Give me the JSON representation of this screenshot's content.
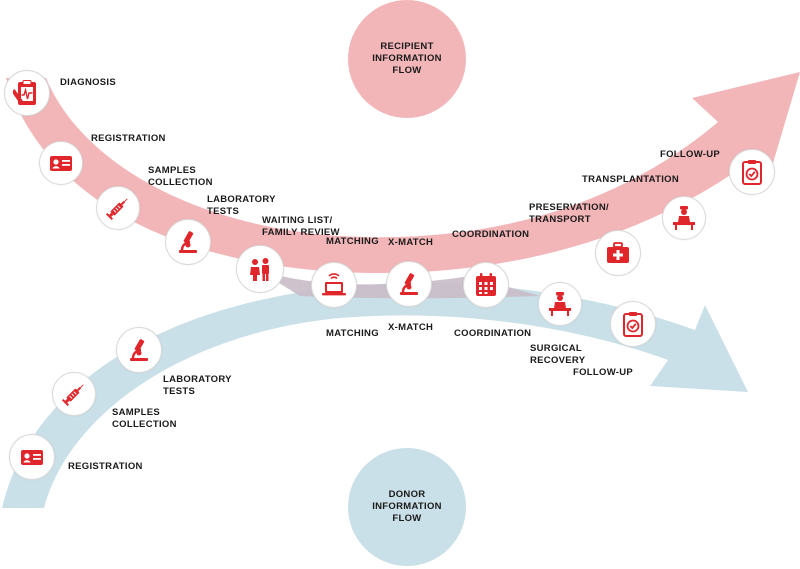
{
  "colors": {
    "recipient_flow": "#f3b6b8",
    "donor_flow": "#c9e0e8",
    "overlap": "#c9bcc8",
    "icon_red": "#e0262b",
    "label_text": "#1a1a1a"
  },
  "hubs": {
    "recipient": "RECIPIENT\nINFORMATION\nFLOW",
    "donor": "DONOR\nINFORMATION\nFLOW"
  },
  "recipient_steps": [
    {
      "label": "DIAGNOSIS",
      "icon": "clipboard-ecg-icon"
    },
    {
      "label": "REGISTRATION",
      "icon": "id-card-icon"
    },
    {
      "label": "SAMPLES\nCOLLECTION",
      "icon": "syringe-icon"
    },
    {
      "label": "LABORATORY\nTESTS",
      "icon": "microscope-icon"
    },
    {
      "label": "WAITING LIST/\nFAMILY REVIEW",
      "icon": "family-icon"
    },
    {
      "label": "MATCHING",
      "icon": "laptop-icon"
    },
    {
      "label": "X-MATCH",
      "icon": "microscope-icon"
    },
    {
      "label": "COORDINATION",
      "icon": "calendar-icon"
    },
    {
      "label": "PRESERVATION/\nTRANSPORT",
      "icon": "medical-case-icon"
    },
    {
      "label": "TRANSPLANTATION",
      "icon": "surgeon-icon"
    },
    {
      "label": "FOLLOW-UP",
      "icon": "clipboard-check-icon"
    }
  ],
  "donor_steps": [
    {
      "label": "REGISTRATION",
      "icon": "id-card-icon"
    },
    {
      "label": "SAMPLES\nCOLLECTION",
      "icon": "syringe-icon"
    },
    {
      "label": "LABORATORY\nTESTS",
      "icon": "microscope-icon"
    },
    {
      "label": "MATCHING"
    },
    {
      "label": "X-MATCH"
    },
    {
      "label": "COORDINATION"
    },
    {
      "label": "SURGICAL\nRECOVERY",
      "icon": "surgeon-icon"
    },
    {
      "label": "FOLLOW-UP",
      "icon": "clipboard-check-icon"
    }
  ]
}
